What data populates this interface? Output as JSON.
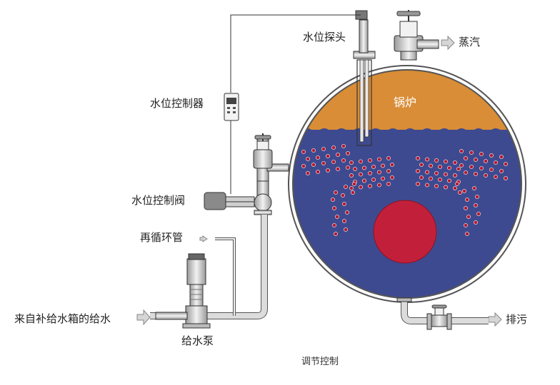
{
  "labels": {
    "water_level_probe": "水位探头",
    "steam": "蒸汽",
    "boiler": "锅炉",
    "water_level_controller": "水位控制器",
    "water_level_valve": "水位控制阀",
    "recirculation_pipe": "再循环管",
    "supply_water": "来自补给水箱的给水",
    "feed_pump": "给水泵",
    "blowdown": "排污",
    "caption": "调节控制"
  },
  "colors": {
    "steam_space": "#d98d36",
    "water": "#3e4a8f",
    "furnace": "#c2203a",
    "bubble": "#b5162e",
    "shell": "#555555",
    "pipe": "#dcdcdc",
    "arrow": "#d6d6d6"
  },
  "icons": [
    "arrow-right-icon",
    "arrow-left-icon",
    "valve-icon",
    "pump-icon",
    "controller-icon"
  ]
}
